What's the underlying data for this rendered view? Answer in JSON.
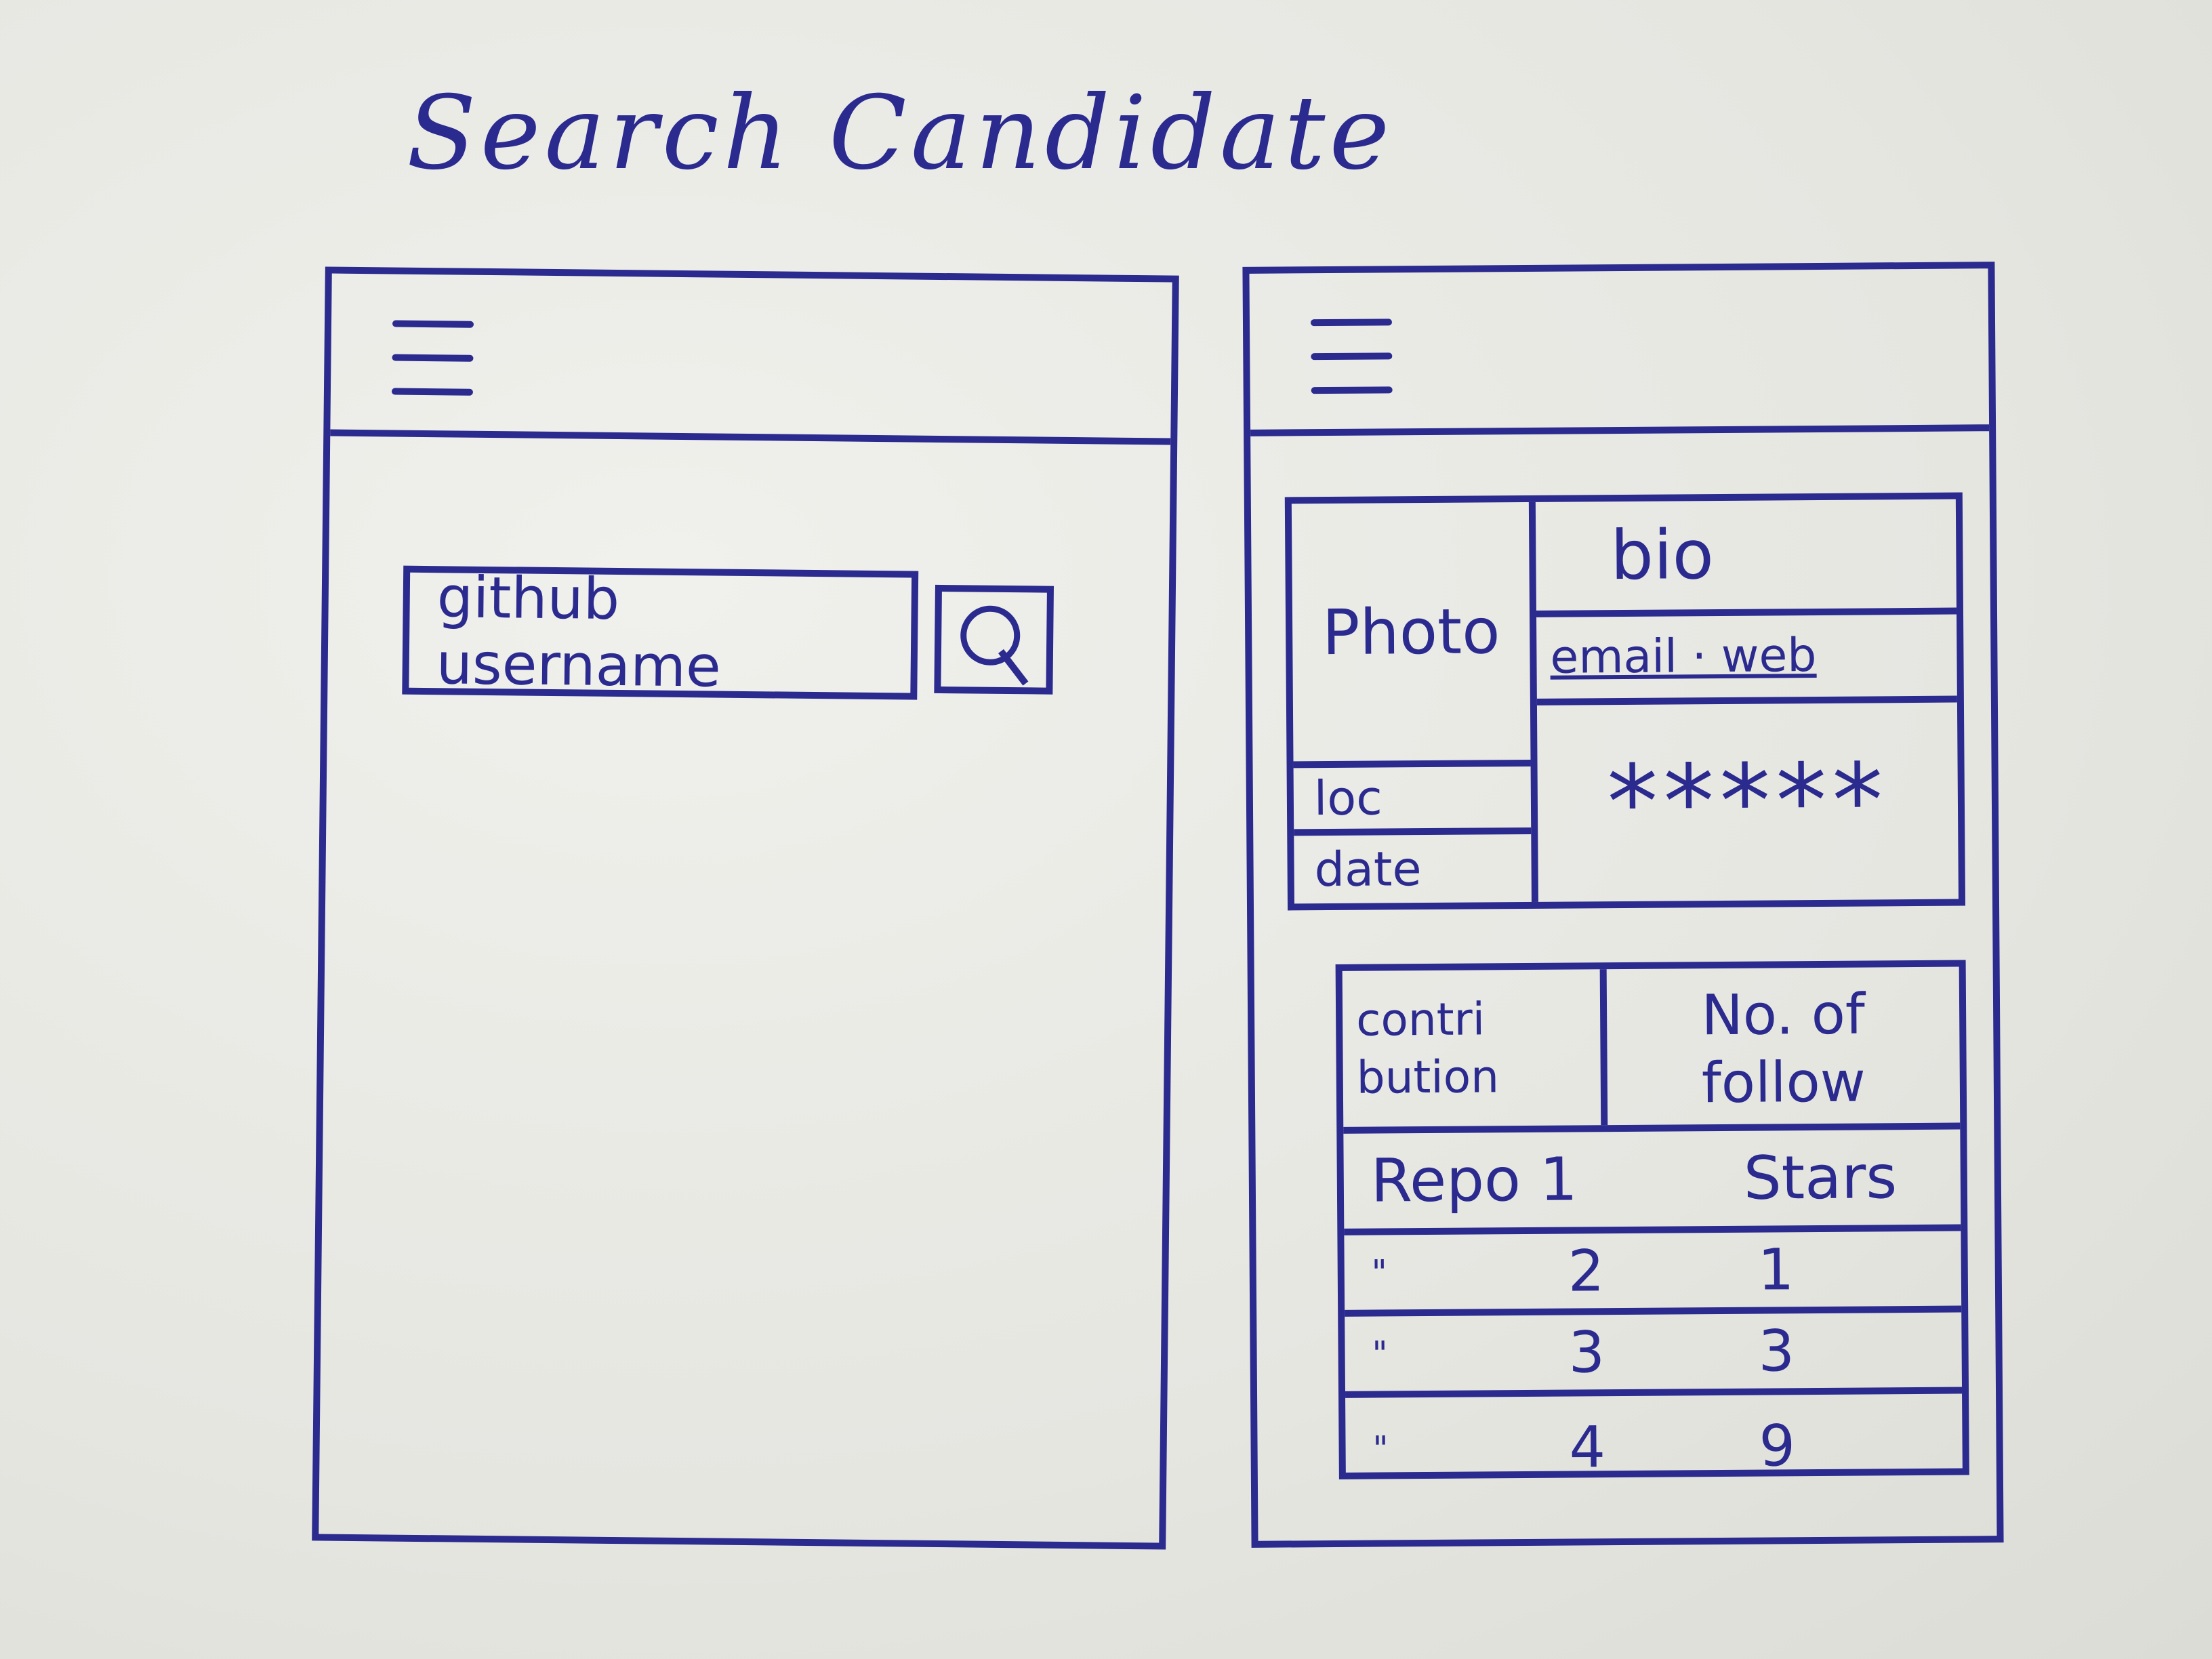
{
  "title": "Search Candidate",
  "search_screen": {
    "menu_icon": "hamburger-menu-icon",
    "input_text": "github username",
    "search_icon": "search-icon"
  },
  "profile_screen": {
    "menu_icon": "hamburger-menu-icon",
    "photo_label": "Photo",
    "location_label": "loc",
    "date_label": "date",
    "bio_label": "bio",
    "contact_label": "email · web",
    "rating": "*****",
    "contribution_label": "contri bution",
    "followers_label": "No. of follow",
    "repo_header": "Repo 1",
    "stars_header": "Stars",
    "repos": [
      {
        "ditto": "\"",
        "name": "2",
        "stars": "1"
      },
      {
        "ditto": "\"",
        "name": "3",
        "stars": "3"
      },
      {
        "ditto": "\"",
        "name": "4",
        "stars": "9"
      }
    ]
  }
}
